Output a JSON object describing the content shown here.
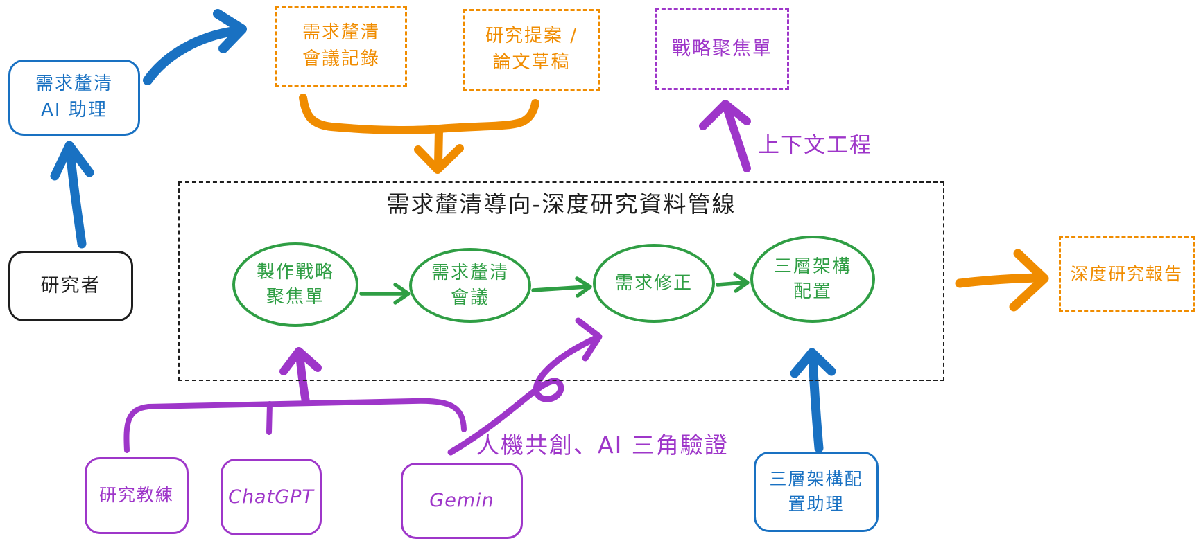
{
  "diagram": {
    "title": "需求釐清導向-深度研究資料管線",
    "colors": {
      "blue": "#1971c2",
      "orange": "#f08c00",
      "purple": "#9e36c9",
      "green": "#2f9e44",
      "black": "#1e1e1e"
    },
    "nodes": {
      "req_ai_assistant": {
        "line1": "需求釐清",
        "line2": "AI 助理"
      },
      "researcher": {
        "label": "研究者"
      },
      "meeting_notes": {
        "line1": "需求釐清",
        "line2": "會議記錄"
      },
      "proposal_draft": {
        "line1": "研究提案 /",
        "line2": "論文草稿"
      },
      "strategy_focus_sheet": {
        "label": "戰略聚焦單"
      },
      "deep_research_report": {
        "label": "深度研究報告"
      },
      "step_make_focus_sheet": {
        "line1": "製作戰略",
        "line2": "聚焦單"
      },
      "step_clarify_meeting": {
        "line1": "需求釐清",
        "line2": "會議"
      },
      "step_revise": {
        "label": "需求修正"
      },
      "step_three_tier": {
        "line1": "三層架構",
        "line2": "配置"
      },
      "research_coach": {
        "label": "研究教練"
      },
      "chatgpt": {
        "label": "ChatGPT"
      },
      "gemin": {
        "label": "Gemin"
      },
      "three_tier_assistant": {
        "line1": "三層架構配",
        "line2": "置助理"
      }
    },
    "annotations": {
      "context_engineering": "上下文工程",
      "human_ai_cocreation": "人機共創、AI 三角驗證"
    }
  }
}
